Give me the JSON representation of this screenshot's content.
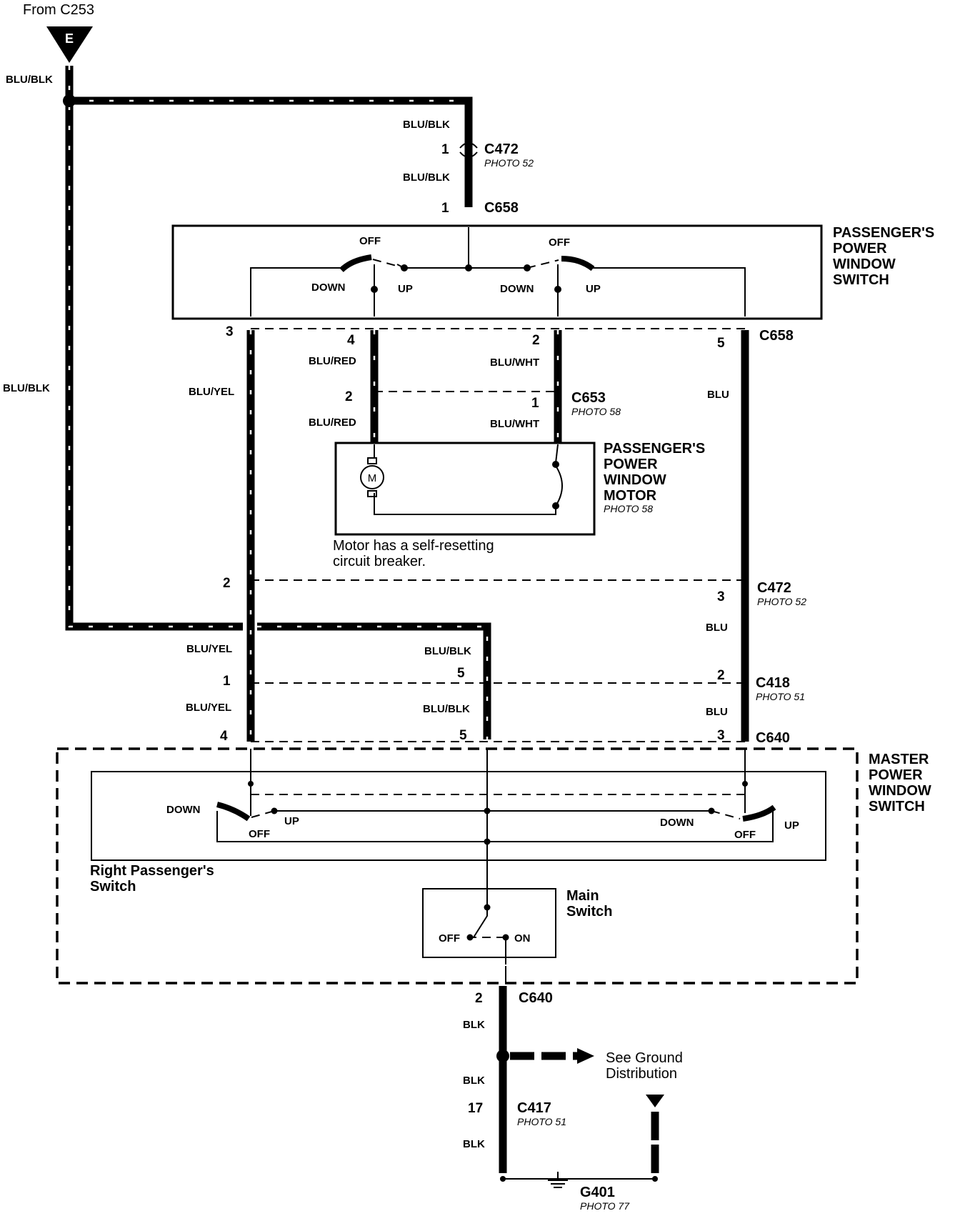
{
  "source": {
    "from_label": "From C253",
    "terminal": "E",
    "wire": "BLU/BLK"
  },
  "wire_colors": {
    "blu_blk": "BLU/BLK",
    "blu_yel": "BLU/YEL",
    "blu_red": "BLU/RED",
    "blu_wht": "BLU/WHT",
    "blu": "BLU",
    "blk": "BLK"
  },
  "connectors": {
    "c472": {
      "name": "C472",
      "photo": "PHOTO 52"
    },
    "c658": {
      "name": "C658"
    },
    "c653": {
      "name": "C653",
      "photo": "PHOTO 58"
    },
    "c418": {
      "name": "C418",
      "photo": "PHOTO 51"
    },
    "c640": {
      "name": "C640"
    },
    "c417": {
      "name": "C417",
      "photo": "PHOTO 51"
    },
    "g401": {
      "name": "G401",
      "photo": "PHOTO 77"
    }
  },
  "pins": {
    "c472_top": "1",
    "c658_top": "1",
    "c658_3": "3",
    "c658_4": "4",
    "c658_2": "2",
    "c658_5": "5",
    "c653_2": "2",
    "c653_1": "1",
    "c472_2": "2",
    "c472_3": "3",
    "c418_1": "1",
    "c418_5": "5",
    "c418_2": "2",
    "c640_4": "4",
    "c640_5": "5",
    "c640_3": "3",
    "c640_2": "2",
    "c417_17": "17"
  },
  "passenger_switch": {
    "title": [
      "PASSENGER'S",
      "POWER",
      "WINDOW",
      "SWITCH"
    ],
    "off": "OFF",
    "down": "DOWN",
    "up": "UP"
  },
  "motor": {
    "title": [
      "PASSENGER'S",
      "POWER",
      "WINDOW",
      "MOTOR"
    ],
    "photo": "PHOTO 58",
    "symbol": "M",
    "note": [
      "Motor has a self-resetting",
      "circuit breaker."
    ]
  },
  "master_switch": {
    "title": [
      "MASTER",
      "POWER",
      "WINDOW",
      "SWITCH"
    ],
    "right_passenger": [
      "Right Passenger's",
      "Switch"
    ],
    "main": [
      "Main",
      "Switch"
    ],
    "off": "OFF",
    "on": "ON",
    "down": "DOWN",
    "up": "UP"
  },
  "ground": {
    "see": [
      "See Ground",
      "Distribution"
    ]
  }
}
